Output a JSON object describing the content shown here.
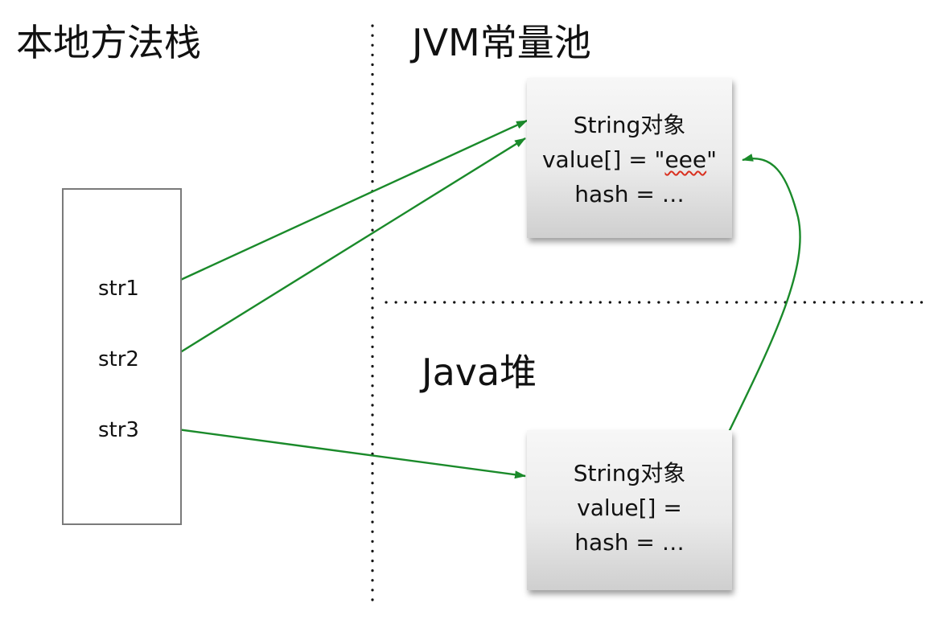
{
  "sections": {
    "native_stack": "本地方法栈",
    "jvm_constant_pool": "JVM常量池",
    "java_heap": "Java堆"
  },
  "stack": {
    "variables": [
      "str1",
      "str2",
      "str3"
    ]
  },
  "pool_object": {
    "type_label": "String对象",
    "value_prefix": "value[] = \"",
    "value_literal": "eee",
    "value_suffix": "\"",
    "hash_label": "hash = …"
  },
  "heap_object": {
    "type_label": "String对象",
    "value_label": "value[] =",
    "hash_label": "hash = …"
  },
  "colors": {
    "arrow": "#1a8a2a",
    "divider": "#111111",
    "stack_border": "#7a7a7a",
    "spellcheck_underline": "#d9301f"
  }
}
